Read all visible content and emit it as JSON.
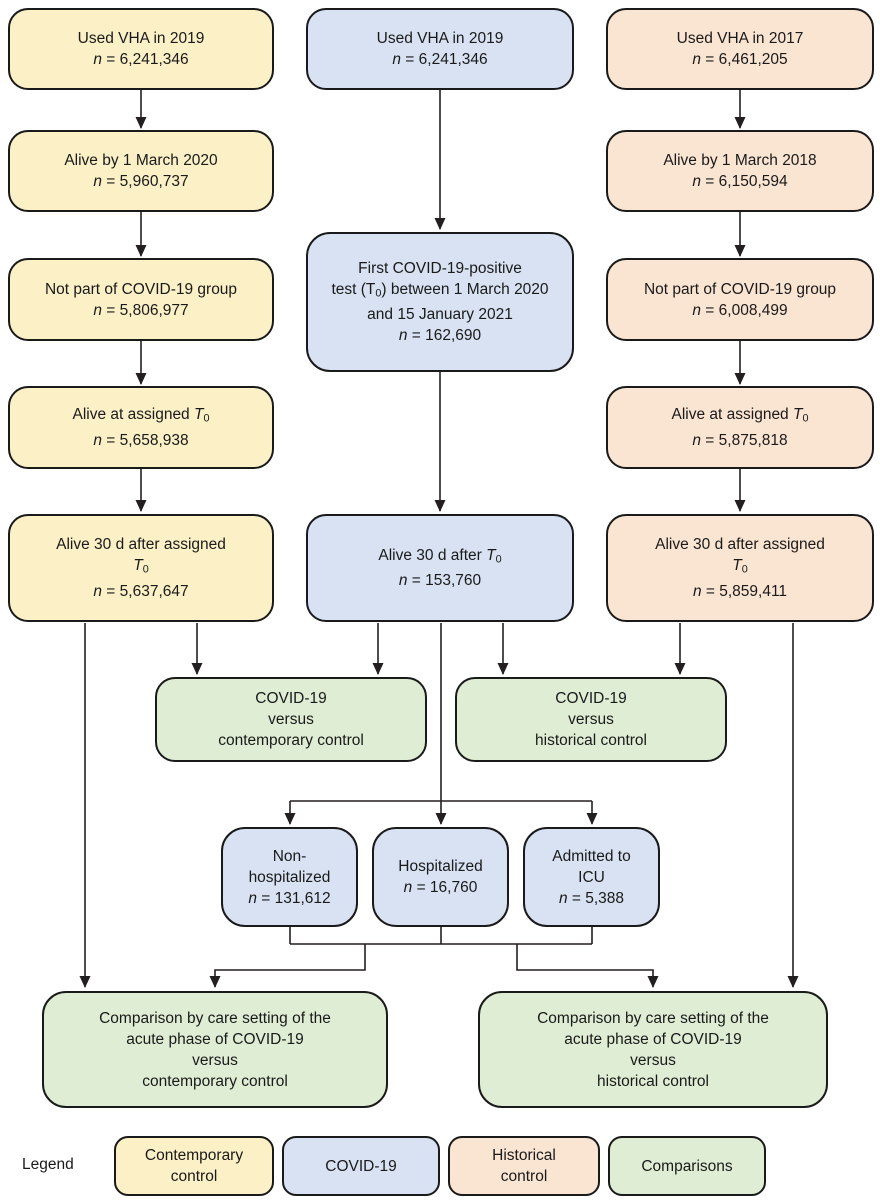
{
  "colors": {
    "background": "#ffffff",
    "border": "#1a1a1a",
    "line": "#231f20",
    "text": "#1a1a1a",
    "contemporary": "#fbf0c6",
    "covid": "#d8e2f2",
    "historical": "#fae4d2",
    "comparison": "#dfedd5"
  },
  "boxes": {
    "cc1": {
      "lines": [
        [
          {
            "t": "Used VHA in 2019"
          }
        ],
        [
          {
            "t": "n",
            "i": true
          },
          {
            "t": " = 6,241,346"
          }
        ]
      ]
    },
    "cc2": {
      "lines": [
        [
          {
            "t": "Alive by 1 March 2020"
          }
        ],
        [
          {
            "t": "n",
            "i": true
          },
          {
            "t": " = 5,960,737"
          }
        ]
      ]
    },
    "cc3": {
      "lines": [
        [
          {
            "t": "Not part of COVID-19 group"
          }
        ],
        [
          {
            "t": "n",
            "i": true
          },
          {
            "t": " = 5,806,977"
          }
        ]
      ]
    },
    "cc4": {
      "lines": [
        [
          {
            "t": "Alive at assigned "
          },
          {
            "t": "T",
            "i": true
          },
          {
            "t": "0",
            "sub": true
          }
        ],
        [
          {
            "t": "n",
            "i": true
          },
          {
            "t": " = 5,658,938"
          }
        ]
      ]
    },
    "cc5": {
      "lines": [
        [
          {
            "t": "Alive 30 d after assigned"
          }
        ],
        [
          {
            "t": "T",
            "i": true
          },
          {
            "t": "0",
            "sub": true
          }
        ],
        [
          {
            "t": "n",
            "i": true
          },
          {
            "t": " = 5,637,647"
          }
        ]
      ]
    },
    "cv1": {
      "lines": [
        [
          {
            "t": "Used VHA in 2019"
          }
        ],
        [
          {
            "t": "n",
            "i": true
          },
          {
            "t": " = 6,241,346"
          }
        ]
      ]
    },
    "cv2": {
      "lines": [
        [
          {
            "t": "First COVID-19-positive"
          }
        ],
        [
          {
            "t": "test (T"
          },
          {
            "t": "0",
            "sub": true
          },
          {
            "t": ") between 1 March 2020"
          }
        ],
        [
          {
            "t": "and 15 January 2021"
          }
        ],
        [
          {
            "t": "n",
            "i": true
          },
          {
            "t": " = 162,690"
          }
        ]
      ]
    },
    "cv3": {
      "lines": [
        [
          {
            "t": "Alive 30 d after "
          },
          {
            "t": "T",
            "i": true
          },
          {
            "t": "0",
            "sub": true
          }
        ],
        [
          {
            "t": "n",
            "i": true
          },
          {
            "t": " = 153,760"
          }
        ]
      ]
    },
    "hc1": {
      "lines": [
        [
          {
            "t": "Used VHA in 2017"
          }
        ],
        [
          {
            "t": "n",
            "i": true
          },
          {
            "t": " = 6,461,205"
          }
        ]
      ]
    },
    "hc2": {
      "lines": [
        [
          {
            "t": "Alive by 1 March 2018"
          }
        ],
        [
          {
            "t": "n",
            "i": true
          },
          {
            "t": " = 6,150,594"
          }
        ]
      ]
    },
    "hc3": {
      "lines": [
        [
          {
            "t": "Not part of COVID-19 group"
          }
        ],
        [
          {
            "t": "n",
            "i": true
          },
          {
            "t": " = 6,008,499"
          }
        ]
      ]
    },
    "hc4": {
      "lines": [
        [
          {
            "t": "Alive at assigned "
          },
          {
            "t": "T",
            "i": true
          },
          {
            "t": "0",
            "sub": true
          }
        ],
        [
          {
            "t": "n",
            "i": true
          },
          {
            "t": " = 5,875,818"
          }
        ]
      ]
    },
    "hc5": {
      "lines": [
        [
          {
            "t": "Alive 30 d after assigned"
          }
        ],
        [
          {
            "t": "T",
            "i": true
          },
          {
            "t": "0",
            "sub": true
          }
        ],
        [
          {
            "t": "n",
            "i": true
          },
          {
            "t": " = 5,859,411"
          }
        ]
      ]
    },
    "cmp_contemporary": {
      "lines": [
        [
          {
            "t": "COVID-19"
          }
        ],
        [
          {
            "t": "versus"
          }
        ],
        [
          {
            "t": "contemporary control"
          }
        ]
      ]
    },
    "cmp_historical": {
      "lines": [
        [
          {
            "t": "COVID-19"
          }
        ],
        [
          {
            "t": "versus"
          }
        ],
        [
          {
            "t": "historical control"
          }
        ]
      ]
    },
    "sev_nonhosp": {
      "lines": [
        [
          {
            "t": "Non-"
          }
        ],
        [
          {
            "t": "hospitalized"
          }
        ],
        [
          {
            "t": "n",
            "i": true
          },
          {
            "t": " = 131,612"
          }
        ]
      ]
    },
    "sev_hosp": {
      "lines": [
        [
          {
            "t": "Hospitalized"
          }
        ],
        [
          {
            "t": "n",
            "i": true
          },
          {
            "t": " = 16,760"
          }
        ]
      ]
    },
    "sev_icu": {
      "lines": [
        [
          {
            "t": "Admitted to"
          }
        ],
        [
          {
            "t": "ICU"
          }
        ],
        [
          {
            "t": "n",
            "i": true
          },
          {
            "t": " = 5,388"
          }
        ]
      ]
    },
    "final_contemporary": {
      "lines": [
        [
          {
            "t": "Comparison by care setting of the"
          }
        ],
        [
          {
            "t": "acute phase of COVID-19"
          }
        ],
        [
          {
            "t": "versus"
          }
        ],
        [
          {
            "t": "contemporary control"
          }
        ]
      ]
    },
    "final_historical": {
      "lines": [
        [
          {
            "t": "Comparison by care setting of the"
          }
        ],
        [
          {
            "t": "acute phase of COVID-19"
          }
        ],
        [
          {
            "t": "versus"
          }
        ],
        [
          {
            "t": "historical control"
          }
        ]
      ]
    }
  },
  "legend": {
    "label": "Legend",
    "items": {
      "contemporary": {
        "lines": [
          [
            {
              "t": "Contemporary"
            }
          ],
          [
            {
              "t": "control"
            }
          ]
        ]
      },
      "covid": {
        "lines": [
          [
            {
              "t": "COVID-19"
            }
          ]
        ]
      },
      "historical": {
        "lines": [
          [
            {
              "t": "Historical"
            }
          ],
          [
            {
              "t": "control"
            }
          ]
        ]
      },
      "comparisons": {
        "lines": [
          [
            {
              "t": "Comparisons"
            }
          ]
        ]
      }
    }
  }
}
